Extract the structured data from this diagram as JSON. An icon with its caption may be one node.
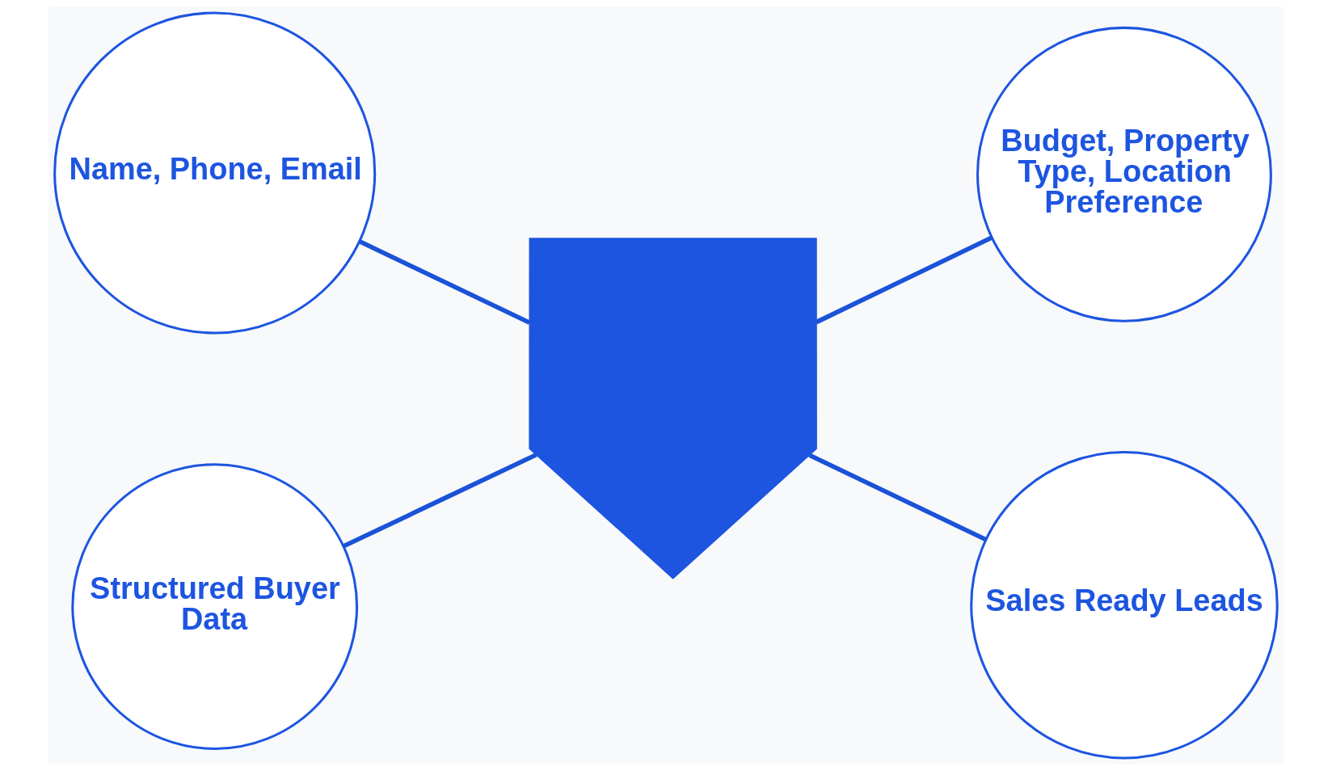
{
  "diagram": {
    "nodes": [
      {
        "text": [
          "Name, Phone, Email"
        ]
      },
      {
        "text": [
          "Budget, Property Type, Location Preference"
        ]
      },
      {
        "text": [],
        "shape": "shield"
      },
      {
        "text": [
          "Structured Buyer Data"
        ]
      },
      {
        "text": [
          "Sales Ready Leads"
        ]
      }
    ],
    "edges": [
      {
        "from": 0,
        "to": 2,
        "arrow": "none"
      },
      {
        "from": 2,
        "to": 1,
        "arrow": "none"
      },
      {
        "from": 3,
        "to": 2,
        "arrow": "none"
      },
      {
        "from": 2,
        "to": 4,
        "arrow": "none"
      }
    ]
  }
}
